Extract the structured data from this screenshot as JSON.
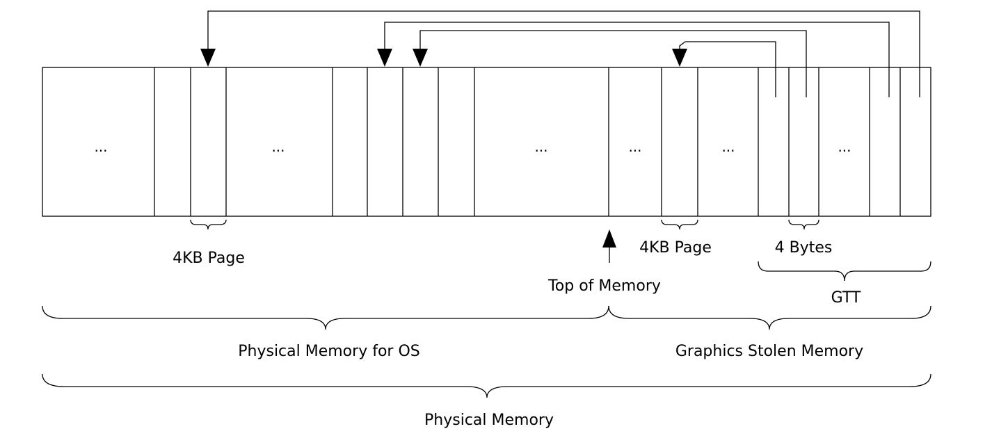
{
  "diagram": {
    "labels": {
      "page_os": "4KB Page",
      "page_stolen": "4KB Page",
      "entry": "4 Bytes",
      "top_of_memory": "Top of Memory",
      "gtt": "GTT",
      "os_memory": "Physical Memory for OS",
      "stolen_memory": "Graphics Stolen Memory",
      "physical_memory": "Physical Memory"
    },
    "ellipsis": [
      "...",
      "...",
      "...",
      "...",
      "...",
      "..."
    ]
  }
}
